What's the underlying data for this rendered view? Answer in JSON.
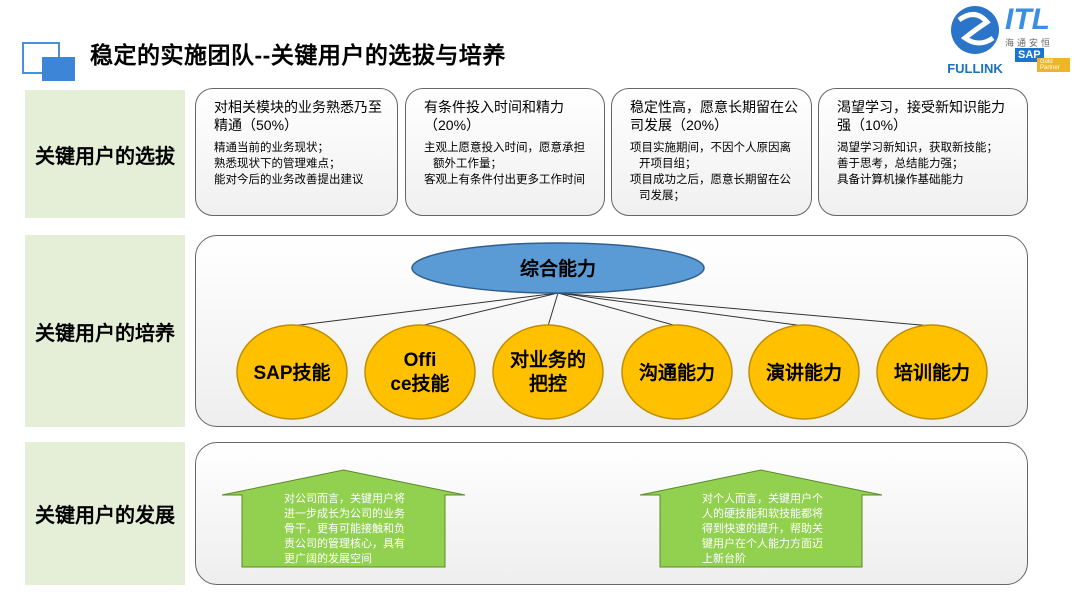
{
  "title": "稳定的实施团队--关键用户的选拔与培养",
  "logos": {
    "fullink": "FULLINK",
    "itl": "ITL",
    "itl_cn": "海通安恒",
    "sap": "SAP",
    "sap_badge": "Gold Partner"
  },
  "rows": {
    "selection": "关键用户的选拔",
    "training": "关键用户的培养",
    "development": "关键用户的发展"
  },
  "criteria": [
    {
      "heading": "对相关模块的业务熟悉乃至精通（50%）",
      "bullets": [
        "精通当前的业务现状；",
        "熟悉现状下的管理难点；",
        "能对今后的业务改善提出建议"
      ]
    },
    {
      "heading": "有条件投入时间和精力（20%）",
      "bullets": [
        "主观上愿意投入时间，愿意承担额外工作量；",
        "客观上有条件付出更多工作时间"
      ]
    },
    {
      "heading": "稳定性高，愿意长期留在公司发展（20%）",
      "bullets": [
        "项目实施期间，不因个人原因离开项目组；",
        "项目成功之后，愿意长期留在公司发展；"
      ]
    },
    {
      "heading": "渴望学习，接受新知识能力强（10%）",
      "bullets": [
        "渴望学习新知识，获取新技能；",
        "善于思考，总结能力强；",
        "具备计算机操作基础能力"
      ]
    }
  ],
  "training": {
    "root": "综合能力",
    "skills": [
      "SAP技能",
      "Office技能",
      "对业务的把控",
      "沟通能力",
      "演讲能力",
      "培训能力"
    ]
  },
  "development": [
    "对公司而言，关键用户将进一步成长为公司的业务骨干，更有可能接触和负责公司的管理核心，具有更广阔的发展空间",
    "对个人而言，关键用户个人的硬技能和软技能都将得到快速的提升，帮助关键用户在个人能力方面迈上新台阶"
  ],
  "colors": {
    "ellipse": "#5b9bd5",
    "skill": "#ffc000",
    "house": "#92d050",
    "label_bg": "#e5efd8"
  }
}
